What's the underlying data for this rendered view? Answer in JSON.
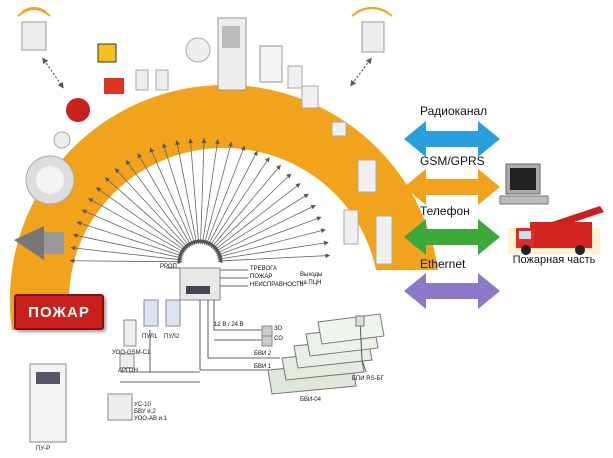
{
  "fire_sign": "ПОЖАР",
  "channels": {
    "radio": "Радиоканал",
    "gsm": "GSM/GPRS",
    "phone": "Телефон",
    "ethernet": "Ethernet"
  },
  "fire_station": "Пожарная часть",
  "colors": {
    "arc": "#f0a31b",
    "radio": "#2a9fe0",
    "gsm": "#f2a21a",
    "phone": "#3aa93a",
    "ethernet": "#8a78c8",
    "sign": "#c8201c"
  },
  "panel": {
    "rrop": "РРОП",
    "outputs": [
      "ТРЕВОГА",
      "ПОЖАР",
      "НЕИСПРАВНОСТЬ"
    ],
    "outputs_title": "Выходы",
    "outputs_sub": "на ПЦН",
    "power": "12 В / 24 В",
    "zo": "ЗО",
    "so": "СО",
    "bvi2": "БВИ 2",
    "bvi1": "БВИ 1"
  },
  "devices": {
    "pul1": "ПУЛ1",
    "pul2": "ПУЛ2",
    "uoo": "УОО-GSM-С1",
    "argon": "АРГОН",
    "us10": [
      "УС-10",
      "БВУ и.2",
      "УОО-АВ и.1"
    ],
    "bvi04": "БВИ-04",
    "bpi": "БПИ RS-БГ",
    "pur": "ПУ-Р"
  }
}
